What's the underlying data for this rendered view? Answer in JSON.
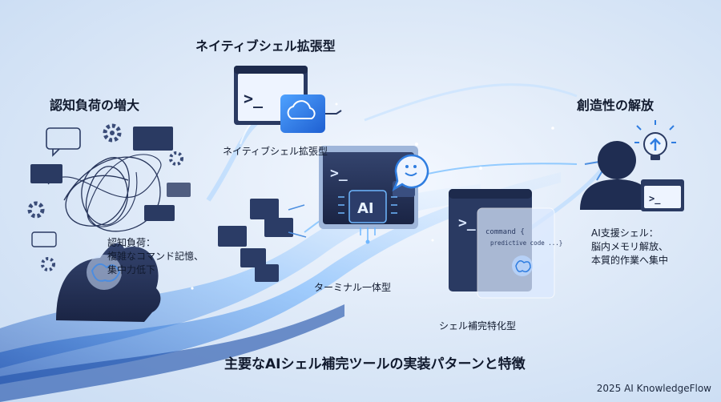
{
  "labels": {
    "native_title": "ネイティブシェル拡張型",
    "native_sub": "ネイティブシェル拡張型",
    "cognitive_title": "認知負荷の増大",
    "cognitive_desc": "認知負荷：\n複雑なコマンド記憶、\n集中力低下",
    "creativity_title": "創造性の解放",
    "ai_shell_desc": "AI支援シェル：\n脳内メモリ解放、\n本質的作業へ集中",
    "terminal_integrated": "ターミナル一体型",
    "shell_completion": "シェル補完特化型",
    "main_caption": "主要なAIシェル補完ツールの実装パターンと特徴",
    "credit": "2025 AI KnowledgeFlow"
  },
  "glyphs": {
    "prompt": ">_",
    "ai_chip": "AI",
    "code_line1": "command {",
    "code_line2": "predictive code ...}"
  },
  "colors": {
    "navy": "#1f2d52",
    "accent_blue": "#2f7de0",
    "glow": "#6fb7ff",
    "text": "#111a2e"
  }
}
